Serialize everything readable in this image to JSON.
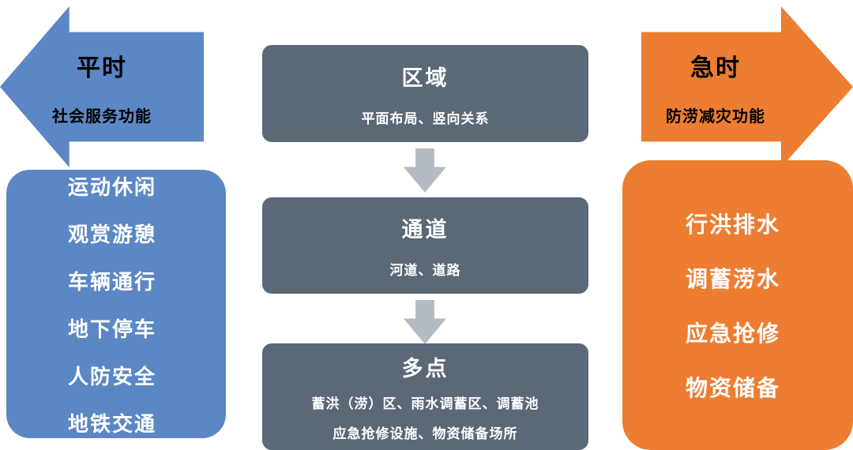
{
  "colors": {
    "blue": "#5b87c5",
    "orange": "#ed7d31",
    "slate": "#5a6878",
    "arrow_gray": "#b3bcc3",
    "text_dark": "#000000",
    "text_light": "#ffffff"
  },
  "left": {
    "arrow_title": "平时",
    "arrow_subtitle": "社会服务功能",
    "items": [
      "运动休闲",
      "观赏游憩",
      "车辆通行",
      "地下停车",
      "人防安全",
      "地铁交通"
    ]
  },
  "center": {
    "boxes": [
      {
        "title": "区域",
        "lines": [
          "平面布局、竖向关系"
        ]
      },
      {
        "title": "通道",
        "lines": [
          "河道、道路"
        ]
      },
      {
        "title": "多点",
        "lines": [
          "蓄洪（涝）区、雨水调蓄区、调蓄池",
          "应急抢修设施、物资储备场所"
        ]
      }
    ]
  },
  "right": {
    "arrow_title": "急时",
    "arrow_subtitle": "防涝减灾功能",
    "items": [
      "行洪排水",
      "调蓄涝水",
      "应急抢修",
      "物资储备"
    ]
  }
}
